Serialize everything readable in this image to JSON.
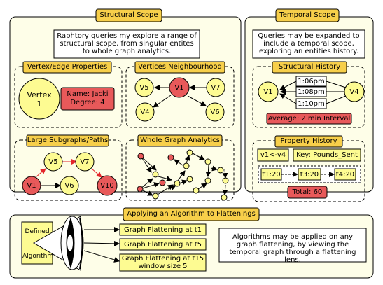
{
  "panels": {
    "structural": {
      "title": "Structural Scope",
      "description": "Raphtory queries my explore a range of structural scope, from singular entites to whole graph analytics."
    },
    "temporal": {
      "title": "Temporal Scope",
      "description": "Queries may be expanded to include a temporal scope, exploring an entities history."
    },
    "algorithm": {
      "title": "Applying an Algorithm to Flattenings",
      "description": "Algorithms may be applied on any graph flattening, by viewing the temporal graph through a flattening lens."
    }
  },
  "vertex_edge": {
    "title": "Vertex/Edge Properties",
    "vertex_label": "Vertex\n1",
    "props": "Name: Jacki\nDegree: 4"
  },
  "neighbourhood": {
    "title": "Vertices Neighbourhood",
    "nodes": [
      "V5",
      "V1",
      "V7",
      "V4",
      "V6"
    ]
  },
  "subgraphs": {
    "title": "Large Subgraphs/Paths",
    "nodes": [
      "V5",
      "V7",
      "V1",
      "V6",
      "V10"
    ]
  },
  "whole_graph": {
    "title": "Whole Graph Analytics"
  },
  "structural_history": {
    "title": "Structural History",
    "source": "V4",
    "target": "V1",
    "times": [
      "1:06pm",
      "1:08pm",
      "1:10pm"
    ],
    "average": "Average: 2 min Interval"
  },
  "property_history": {
    "title": "Property History",
    "edge": "v1<-v4",
    "key": "Key: Pounds_Sent",
    "times": [
      "t1:20",
      "t3:20",
      "t4:20"
    ],
    "total": "Total: 60"
  },
  "algorithm": {
    "label_top": "Defined",
    "label_bottom": "Algorithm",
    "flattenings": [
      "Graph Flattening at t1",
      "Graph Flattening at t5",
      "Graph Flattening at t15\nwindow size 5"
    ]
  },
  "colors": {
    "title_fill": "#f7cf4a",
    "node_yellow": "#fdfb92",
    "node_red": "#e8595a",
    "panel_fill": "#fefee8",
    "arrow_red": "#e3262b"
  }
}
